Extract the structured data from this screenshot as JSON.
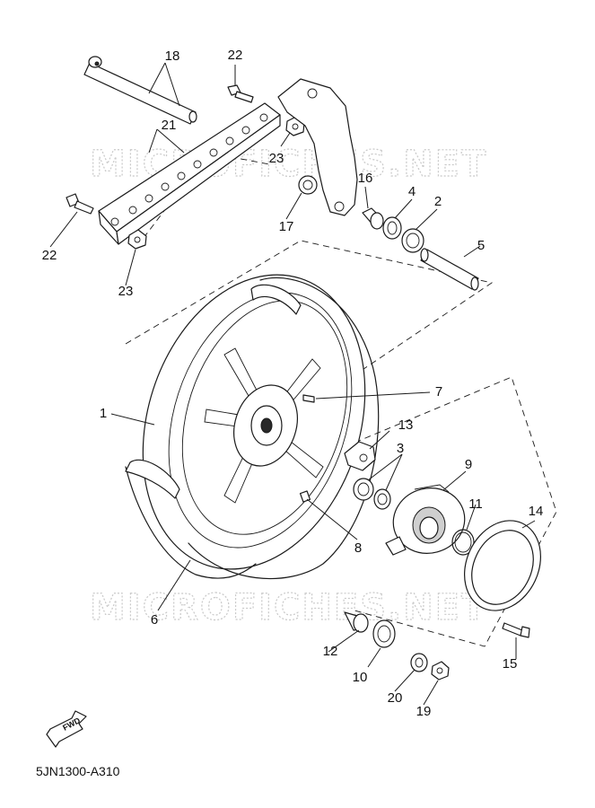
{
  "watermark": "MICROFICHES.NET",
  "footer_code": "5JN1300-A310",
  "fwd_label": "FWD",
  "callouts": {
    "p1": "1",
    "p2": "2",
    "p3": "3",
    "p4": "4",
    "p5": "5",
    "p6": "6",
    "p7": "7",
    "p8": "8",
    "p9": "9",
    "p10": "10",
    "p11": "11",
    "p12": "12",
    "p13": "13",
    "p14": "14",
    "p15": "15",
    "p16": "16",
    "p17": "17",
    "p18": "18",
    "p19": "19",
    "p20": "20",
    "p21": "21",
    "p22a": "22",
    "p22b": "22",
    "p23a": "23",
    "p23b": "23"
  }
}
